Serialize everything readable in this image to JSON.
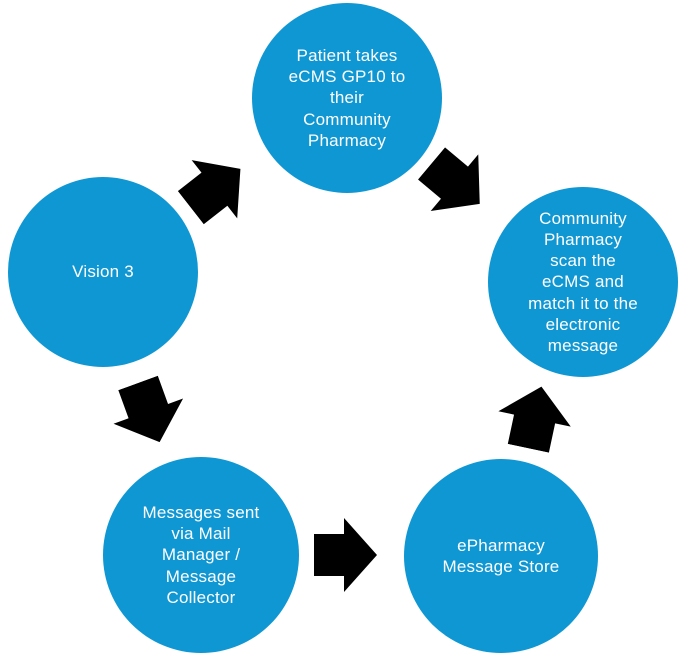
{
  "colors": {
    "node_fill": "#0F97D4",
    "node_text": "#FFFFFF",
    "arrow_fill": "#000000",
    "background": "#FFFFFF"
  },
  "diagram": {
    "type": "process-cycle",
    "nodes": [
      {
        "id": "patient-takes-ecms",
        "label": "Patient takes\neCMS GP10 to\ntheir\nCommunity\nPharmacy"
      },
      {
        "id": "community-pharmacy-scan",
        "label": "Community\nPharmacy\nscan the\neCMS and\nmatch it to the\nelectronic\nmessage"
      },
      {
        "id": "epharmacy-message-store",
        "label": "ePharmacy\nMessage Store"
      },
      {
        "id": "messages-sent-mail-manager",
        "label": "Messages sent\nvia Mail\nManager /\nMessage\nCollector"
      },
      {
        "id": "vision-3",
        "label": "Vision 3"
      }
    ],
    "flows": [
      {
        "from": "vision-3",
        "to": "patient-takes-ecms"
      },
      {
        "from": "patient-takes-ecms",
        "to": "community-pharmacy-scan"
      },
      {
        "from": "vision-3",
        "to": "messages-sent-mail-manager"
      },
      {
        "from": "messages-sent-mail-manager",
        "to": "epharmacy-message-store"
      },
      {
        "from": "epharmacy-message-store",
        "to": "community-pharmacy-scan"
      }
    ]
  }
}
